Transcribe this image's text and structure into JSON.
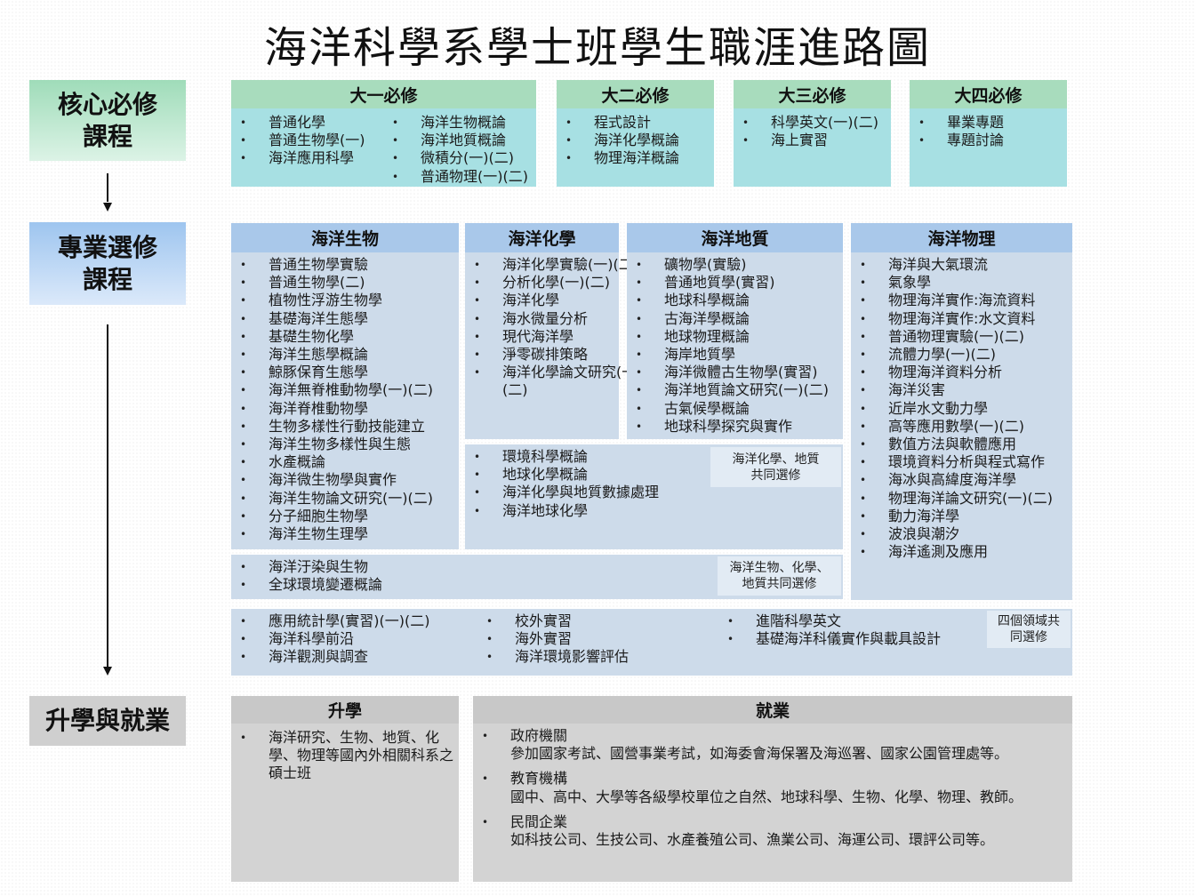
{
  "title": "海洋科學系學士班學生職涯進路圖",
  "side": {
    "core": [
      "核心必修",
      "課程"
    ],
    "elective": [
      "專業選修",
      "課程"
    ],
    "career": "升學與就業"
  },
  "core": {
    "year1": {
      "label": "大一必修",
      "col1": [
        "普通化學",
        "普通生物學(一)",
        "海洋應用科學"
      ],
      "col2": [
        "海洋生物概論",
        "海洋地質概論",
        "微積分(一)(二)",
        "普通物理(一)(二)"
      ]
    },
    "year2": {
      "label": "大二必修",
      "items": [
        "程式設計",
        "海洋化學概論",
        "物理海洋概論"
      ]
    },
    "year3": {
      "label": "大三必修",
      "items": [
        "科學英文(一)(二)",
        "海上實習"
      ]
    },
    "year4": {
      "label": "大四必修",
      "items": [
        "畢業專題",
        "專題討論"
      ]
    }
  },
  "elective": {
    "bio": {
      "label": "海洋生物",
      "items": [
        "普通生物學實驗",
        "普通生物學(二)",
        "植物性浮游生物學",
        "基礎海洋生態學",
        "基礎生物化學",
        "海洋生態學概論",
        "鯨豚保育生態學",
        "海洋無脊椎動物學(一)(二)",
        "海洋脊椎動物學",
        "生物多樣性行動技能建立",
        "海洋生物多樣性與生態",
        "水產概論",
        "海洋微生物學與實作",
        "海洋生物論文研究(一)(二)",
        "分子細胞生物學",
        "海洋生物生理學"
      ]
    },
    "chem": {
      "label": "海洋化學",
      "items": [
        "海洋化學實驗(一)(二)",
        "分析化學(一)(二)",
        "海洋化學",
        "海水微量分析",
        "現代海洋學",
        "淨零碳排策略",
        "海洋化學論文研究(一)(二)"
      ]
    },
    "geo": {
      "label": "海洋地質",
      "items": [
        "礦物學(實驗)",
        "普通地質學(實習)",
        "地球科學概論",
        "古海洋學概論",
        "地球物理概論",
        "海岸地質學",
        "海洋微體古生物學(實習)",
        "海洋地質論文研究(一)(二)",
        "古氣候學概論",
        "地球科學探究與實作"
      ]
    },
    "phys": {
      "label": "海洋物理",
      "items": [
        "海洋與大氣環流",
        "氣象學",
        "物理海洋實作:海流資料",
        "物理海洋實作:水文資料",
        "普通物理實驗(一)(二)",
        "流體力學(一)(二)",
        "物理海洋資料分析",
        "海洋災害",
        "近岸水文動力學",
        "高等應用數學(一)(二)",
        "數值方法與軟體應用",
        "環境資料分析與程式寫作",
        "海冰與高緯度海洋學",
        "物理海洋論文研究(一)(二)",
        "動力海洋學",
        "波浪與潮汐",
        "海洋遙測及應用"
      ]
    },
    "chemgeo": {
      "items": [
        "環境科學概論",
        "地球化學概論",
        "海洋化學與地質數據處理",
        "海洋地球化學"
      ],
      "note": [
        "海洋化學、地質",
        "共同選修"
      ]
    },
    "biochemgeo": {
      "items": [
        "海洋汙染與生物",
        "全球環境變遷概論"
      ],
      "note": [
        "海洋生物、化學、",
        "地質共同選修"
      ]
    },
    "all": {
      "col1": [
        "應用統計學(實習)(一)(二)",
        "海洋科學前沿",
        "海洋觀測與調查"
      ],
      "col2": [
        "校外實習",
        "海外實習",
        "海洋環境影響評估"
      ],
      "col3": [
        "進階科學英文",
        "基礎海洋科儀實作與載具設計"
      ],
      "note": [
        "四個領域共",
        "同選修"
      ]
    }
  },
  "career": {
    "study": {
      "label": "升學",
      "text": "海洋研究、生物、地質、化學、物理等國內外相關科系之碩士班"
    },
    "job": {
      "label": "就業",
      "items": [
        {
          "title": "政府機關",
          "detail": "參加國家考試、國營事業考試，如海委會海保署及海巡署、國家公園管理處等。"
        },
        {
          "title": "教育機構",
          "detail": "國中、高中、大學等各級學校單位之自然、地球科學、生物、化學、物理、教師。"
        },
        {
          "title": "民間企業",
          "detail": "如科技公司、生技公司、水產養殖公司、漁業公司、海運公司、環評公司等。"
        }
      ]
    }
  }
}
